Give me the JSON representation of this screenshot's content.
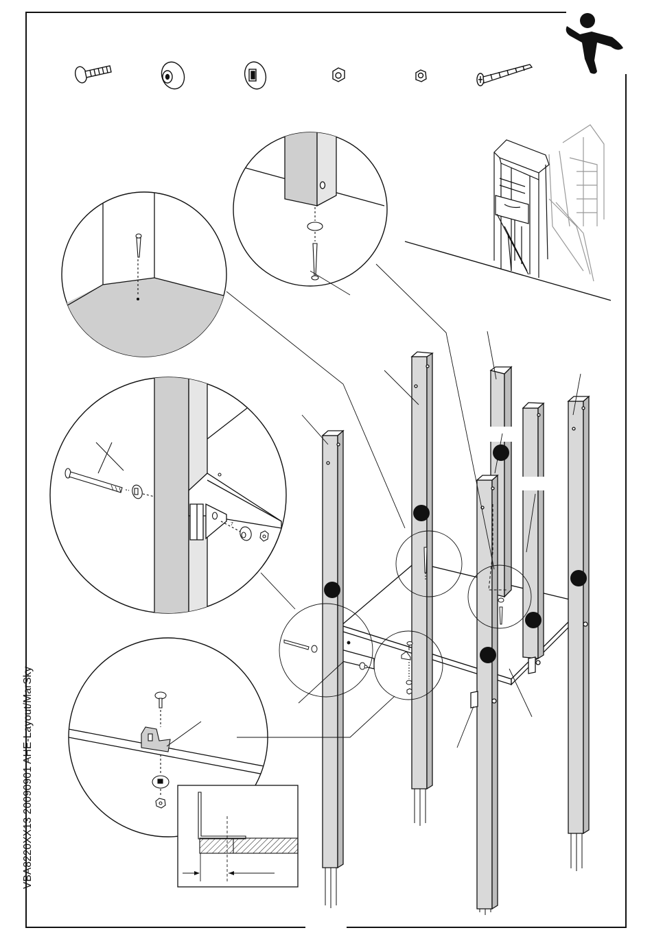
{
  "document": {
    "code": "VBA8220XX13 20090901 AHE-Layout/MarSky",
    "brand": "jumping-figure-logo"
  },
  "hardware_parts": [
    {
      "name": "carriage-bolt-icon"
    },
    {
      "name": "round-spacer-washer-icon"
    },
    {
      "name": "square-hole-washer-icon"
    },
    {
      "name": "large-nut-icon"
    },
    {
      "name": "small-nut-icon"
    },
    {
      "name": "wood-screw-icon"
    }
  ],
  "callout_markers": [
    {
      "name": "step-dot-1"
    },
    {
      "name": "step-dot-2"
    },
    {
      "name": "step-dot-3"
    },
    {
      "name": "step-dot-4"
    },
    {
      "name": "step-dot-5"
    },
    {
      "name": "step-dot-6"
    }
  ],
  "colors": {
    "ink": "#111111",
    "gray_fill": "#cfcfcf",
    "light_fill": "#e6e6e6",
    "paper": "#ffffff"
  }
}
